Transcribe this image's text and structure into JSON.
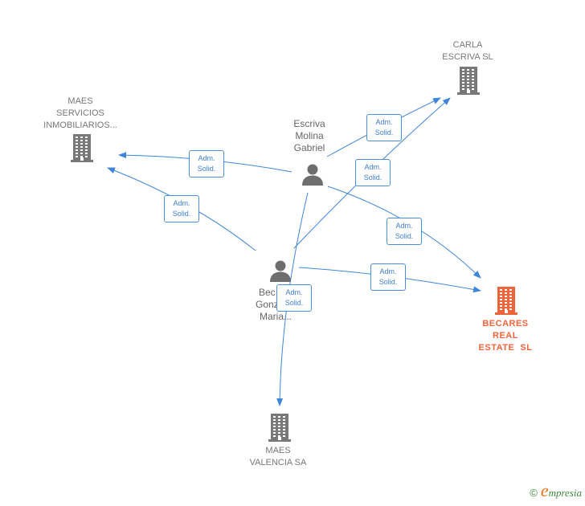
{
  "diagram": {
    "companies": {
      "maes_servicios": [
        "MAES",
        "SERVICIOS",
        "INMOBILIARIOS..."
      ],
      "carla_escriva": [
        "CARLA",
        "ESCRIVA SL"
      ],
      "becares_real": [
        "BECARES",
        "REAL",
        "ESTATE  SL"
      ],
      "maes_valencia": [
        "MAES",
        "VALENCIA SA"
      ]
    },
    "persons": {
      "escriva": [
        "Escriva",
        "Molina",
        "Gabriel"
      ],
      "becares": [
        "Bec",
        "Gonz",
        "Maria..."
      ]
    },
    "edge_label": [
      "Adm.",
      "Solid."
    ],
    "colors": {
      "company": "#787878",
      "main_company": "#f0643c",
      "person": "#6e6e6e",
      "edge": "#3f86d9"
    }
  },
  "footer": {
    "copyright": "©",
    "brand_initial": "e",
    "brand_rest": "mpresia"
  }
}
